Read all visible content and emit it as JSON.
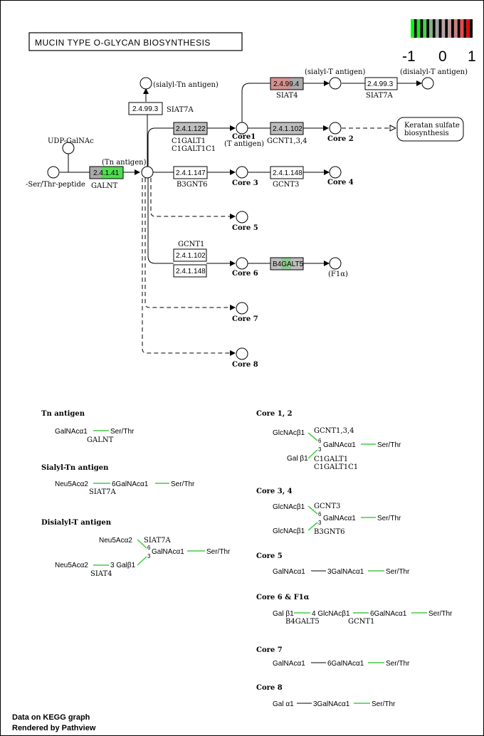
{
  "title": "MUCIN TYPE O-GLYCAN BIOSYNTHESIS",
  "legend": {
    "labels": [
      "-1",
      "0",
      "1"
    ],
    "colors": [
      "#00ff00",
      "#19e619",
      "#4dcc4d",
      "#80b380",
      "#a6a6a6",
      "#b3a6a6",
      "#bf9999",
      "#cc8080",
      "#e64d4d",
      "#ff0000"
    ]
  },
  "compounds": {
    "ser_thr_peptide": "-Ser/Thr-peptide",
    "udp_galnac": "UDP-GalNAc",
    "tn_antigen": "(Tn antigen)",
    "sialyl_tn": "(sialyl-Tn antigen)",
    "sialyl_t": "(sialyl-T antigen)",
    "disialyl_t": "(disialyl-T antigen)",
    "core1": "Core1",
    "t_antigen": "(T antigen)",
    "core2": "Core 2",
    "core3": "Core 3",
    "core4": "Core 4",
    "core5": "Core 5",
    "core6": "Core 6",
    "f1a": "(F1α)",
    "core7": "Core 7",
    "core8": "Core 8",
    "keratan": [
      "Keratan sulfate",
      "biosynthesis"
    ]
  },
  "enzymes": {
    "galnt": {
      "ec": "2.4.1.41",
      "gene": "GALNT",
      "color": "#4ddd4d"
    },
    "siat7a_tn": {
      "ec": "2.4.99.3",
      "gene": "SIAT7A",
      "color": "#ffffff"
    },
    "c1galt1": {
      "ec": "2.4.1.122",
      "genes": [
        "C1GALT1",
        "C1GALT1C1"
      ],
      "color": "#bebebe"
    },
    "b3gnt6": {
      "ec": "2.4.1.147",
      "gene": "B3GNT6",
      "color": "#ffffff"
    },
    "siat4": {
      "ec": "2.4.99.4",
      "gene": "SIAT4",
      "color": "#d49090"
    },
    "siat7a_t": {
      "ec": "2.4.99.3",
      "gene": "SIAT7A",
      "color": "#ffffff"
    },
    "gcnt134": {
      "ec": "2.4.1.102",
      "gene": "GCNT1,3,4",
      "color": "#bebebe"
    },
    "gcnt3": {
      "ec": "2.4.1.148",
      "gene": "GCNT3",
      "color": "#ffffff"
    },
    "gcnt1": {
      "label": "GCNT1",
      "ec1": "2.4.1.102",
      "ec2": "2.4.1.148",
      "color": "#ffffff"
    },
    "b4galt5": {
      "label": "B4GALT5",
      "color": "#bebebe"
    }
  },
  "structures": {
    "tn": {
      "heading": "Tn antigen",
      "r1": "GalNAcα1",
      "r2": "Ser/Thr",
      "gene": "GALNT"
    },
    "stn": {
      "heading": "Sialyl-Tn antigen",
      "r1": "Neu5Acα2",
      "r2": "6GalNAcα1",
      "r3": "Ser/Thr",
      "gene": "SIAT7A"
    },
    "dst": {
      "heading": "Disialyl-T antigen",
      "top": "Neu5Acα2",
      "bot1": "Neu5Acα2",
      "bot2": "3 Galβ1",
      "six": "6",
      "three": "3",
      "center": "GalNAcα1",
      "end": "Ser/Thr",
      "gene_top": "SIAT7A",
      "gene_bot": "SIAT4"
    },
    "c12": {
      "heading": "Core 1, 2",
      "top": "GlcNAcβ1",
      "bot": "Gal β1",
      "six": "6",
      "three": "3",
      "center": "GalNAcα1",
      "end": "Ser/Thr",
      "gene_top": "GCNT1,3,4",
      "gene_bot1": "C1GALT1",
      "gene_bot2": "C1GALT1C1"
    },
    "c34": {
      "heading": "Core 3, 4",
      "top": "GlcNAcβ1",
      "bot": "GlcNAcβ1",
      "six": "6",
      "three": "3",
      "center": "GalNAcα1",
      "end": "Ser/Thr",
      "gene_top": "GCNT3",
      "gene_bot": "B3GNT6"
    },
    "c5": {
      "heading": "Core 5",
      "r1": "GalNAcα1",
      "r2": "3GalNAcα1",
      "r3": "Ser/Thr"
    },
    "c6": {
      "heading": "Core 6 & F1α",
      "r1": "Gal β1",
      "r2": "4 GlcNAcβ1",
      "r3": "6GalNAcα1",
      "r4": "Ser/Thr",
      "gene1": "B4GALT5",
      "gene2": "GCNT1"
    },
    "c7": {
      "heading": "Core 7",
      "r1": "GalNAcα1",
      "r2": "6GalNAcα1",
      "r3": "Ser/Thr"
    },
    "c8": {
      "heading": "Core 8",
      "r1": "Gal α1",
      "r2": "3GalNAcα1",
      "r3": "Ser/Thr"
    }
  },
  "footer": {
    "line1": "Data on KEGG graph",
    "line2": "Rendered by Pathview"
  },
  "colors": {
    "link_green": "#44cc44"
  }
}
